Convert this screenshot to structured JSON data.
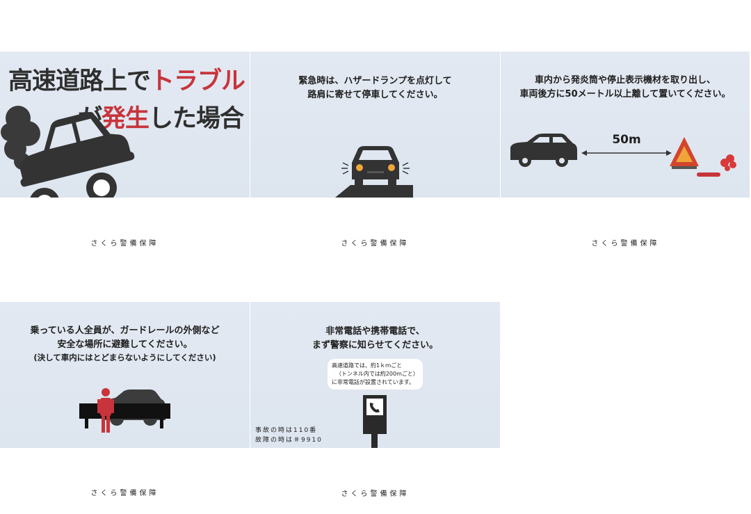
{
  "company": "さくら警備保障",
  "panel1": {
    "title_line1_a": "高速道路上で",
    "title_line1_b": "トラブル",
    "title_line2_a": "が",
    "title_line2_b": "発生",
    "title_line2_c": "した場合"
  },
  "panel2": {
    "line1": "緊急時は、ハザードランプを点灯して",
    "line2": "路肩に寄せて停車してください。"
  },
  "panel3": {
    "line1": "車内から発炎筒や停止表示機材を取り出し、",
    "line2": "車両後方に50メートル以上離して置いてください。",
    "distance": "50m"
  },
  "panel4": {
    "line1": "乗っている人全員が、ガードレールの外側など",
    "line2": "安全な場所に避難してください。",
    "line3": "(決して車内にはとどまらないようにしてください)"
  },
  "panel5": {
    "line1": "非常電話や携帯電話で、",
    "line2": "まず警察に知らせてください。",
    "bubble1": "高速道路では、約1ｋｍごと",
    "bubble2": "（トンネル内では約200mごと）",
    "bubble3": "に非常電話が設置されています。",
    "note1": "事故の時は110番",
    "note2": "故障の時は＃9910"
  },
  "colors": {
    "accent_red": "#c8343b",
    "panel_bg": "#e0e7f0",
    "dark": "#333333",
    "orange": "#f0a53a"
  }
}
